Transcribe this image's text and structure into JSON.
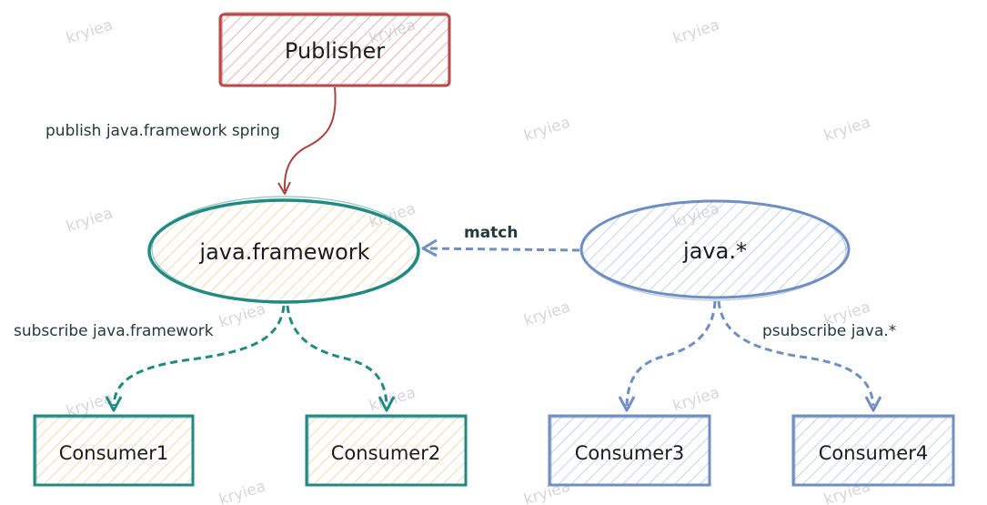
{
  "diagram": {
    "nodes": {
      "publisher": {
        "label": "Publisher"
      },
      "channel": {
        "label": "java.framework"
      },
      "pattern": {
        "label": "java.*"
      },
      "consumer1": {
        "label": "Consumer1"
      },
      "consumer2": {
        "label": "Consumer2"
      },
      "consumer3": {
        "label": "Consumer3"
      },
      "consumer4": {
        "label": "Consumer4"
      }
    },
    "edges": {
      "publish": {
        "label": "publish java.framework spring"
      },
      "match": {
        "label": "match"
      },
      "subscribe": {
        "label": "subscribe java.framework"
      },
      "psubscribe": {
        "label": "psubscribe java.*"
      }
    },
    "watermark": {
      "text": "kryiea"
    }
  },
  "colors": {
    "publisher_stroke": "#b94a48",
    "publisher_hatch": "#e8a5a5",
    "teal_stroke": "#218a82",
    "teal_hatch": "#f2d3a0",
    "blue_stroke": "#6f8fc2",
    "blue_hatch": "#b6c7e6"
  }
}
